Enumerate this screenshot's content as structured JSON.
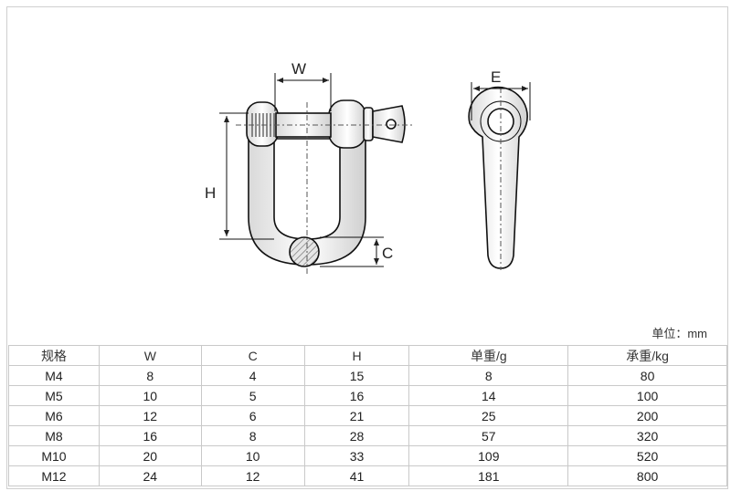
{
  "dimension_labels": {
    "w": "W",
    "h": "H",
    "c": "C",
    "e": "E"
  },
  "unit_label": "单位：mm",
  "table": {
    "headers": [
      "规格",
      "W",
      "C",
      "H",
      "单重/g",
      "承重/kg"
    ],
    "rows": [
      [
        "M4",
        "8",
        "4",
        "15",
        "8",
        "80"
      ],
      [
        "M5",
        "10",
        "5",
        "16",
        "14",
        "100"
      ],
      [
        "M6",
        "12",
        "6",
        "21",
        "25",
        "200"
      ],
      [
        "M8",
        "16",
        "8",
        "28",
        "57",
        "320"
      ],
      [
        "M10",
        "20",
        "10",
        "33",
        "109",
        "520"
      ],
      [
        "M12",
        "24",
        "12",
        "41",
        "181",
        "800"
      ]
    ]
  }
}
